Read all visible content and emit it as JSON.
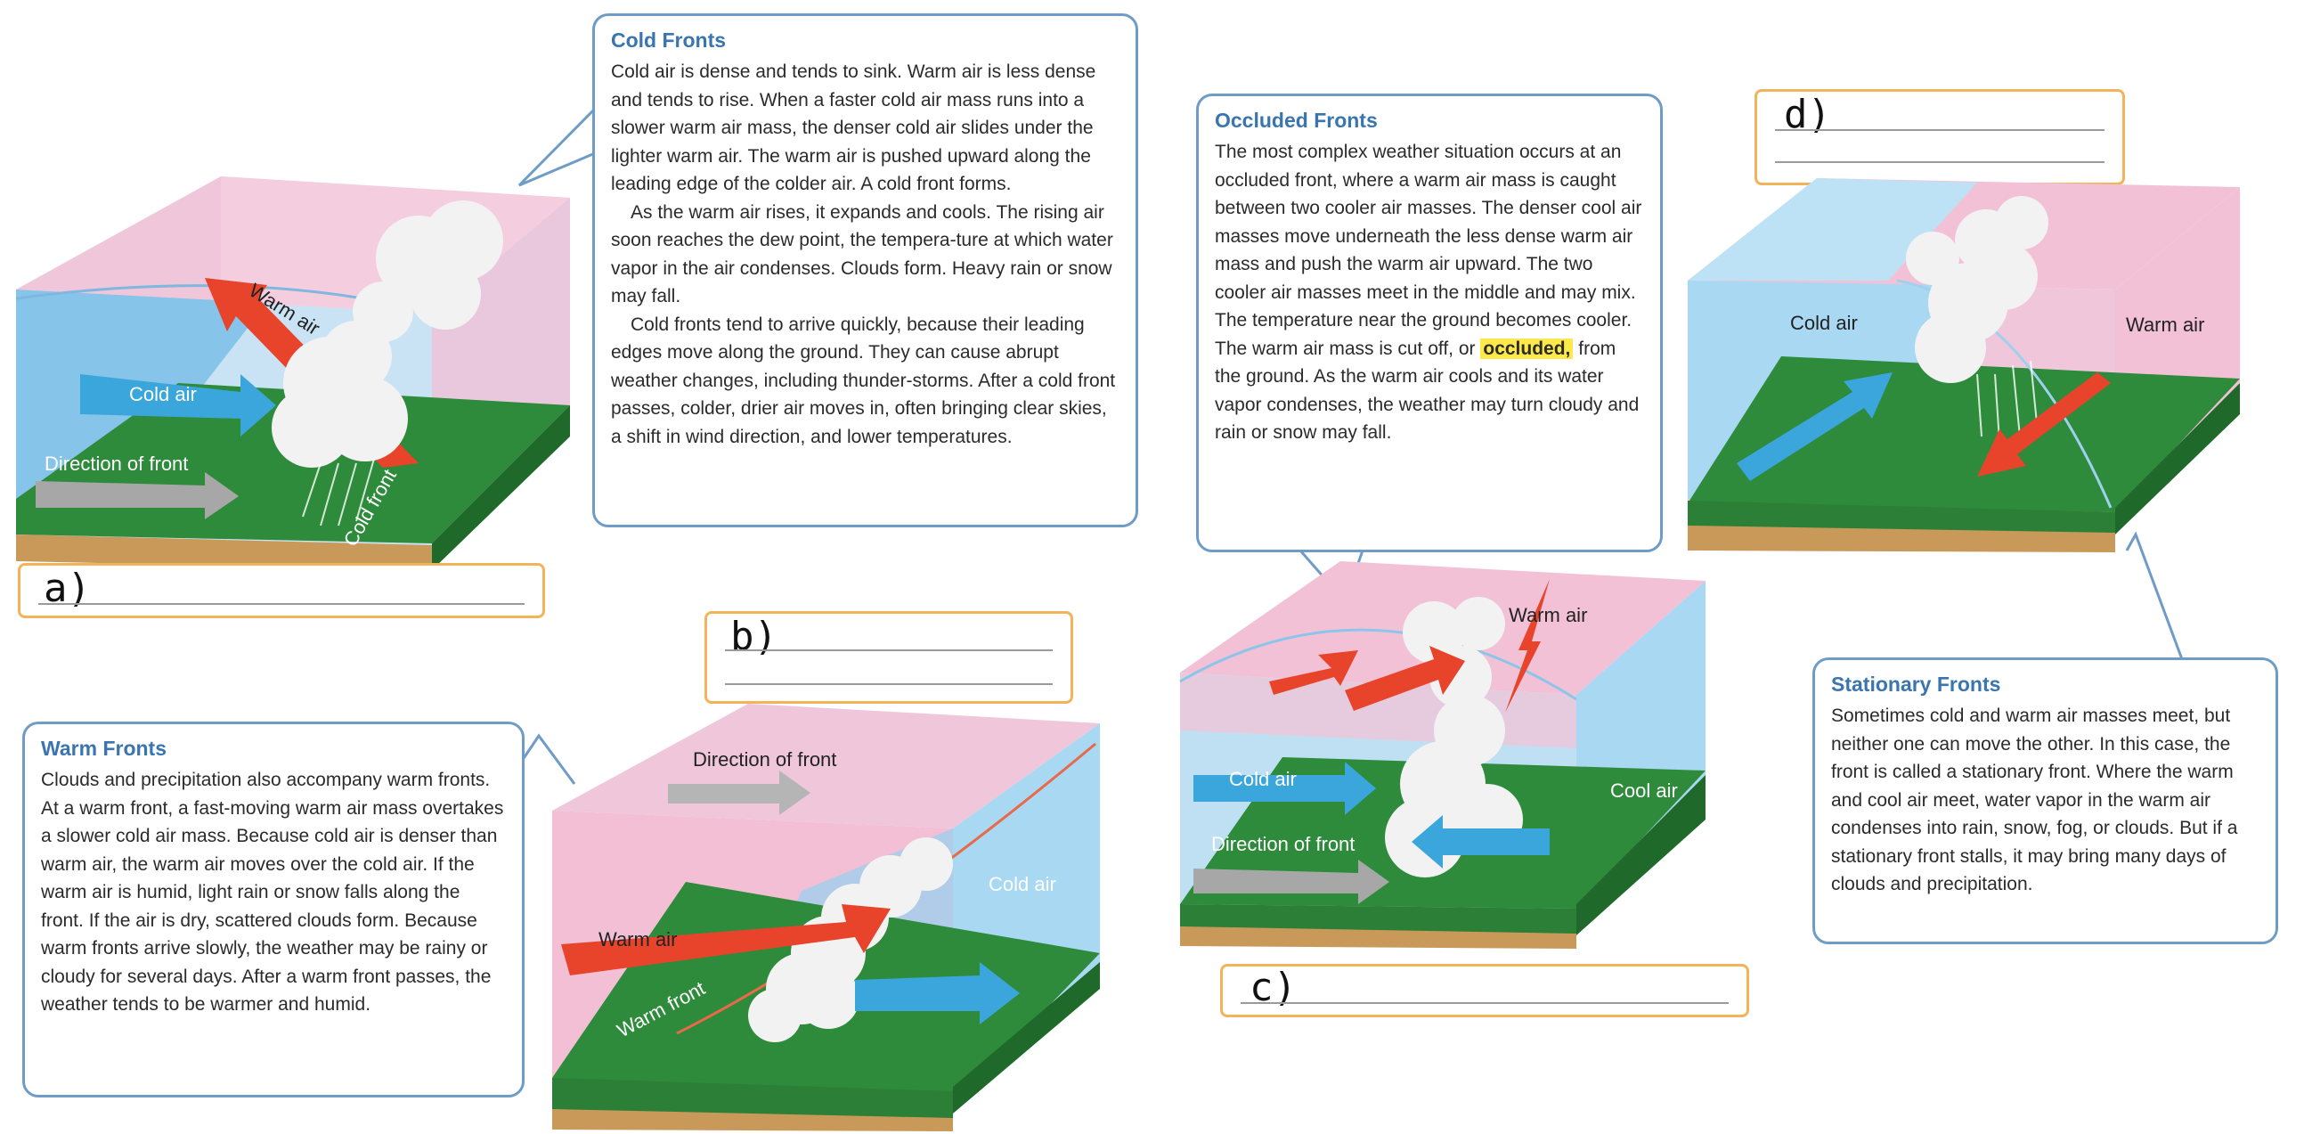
{
  "cold_front": {
    "title": "Cold Fronts",
    "paragraphs": [
      "Cold air is dense and tends to sink. Warm air is less dense and tends to rise. When a faster cold air mass runs into a slower warm air mass, the denser cold air slides under the lighter warm air. The warm air is pushed upward along the leading edge of the colder air. A cold front forms.",
      "As the warm air rises, it expands and cools. The rising air soon reaches the dew point, the tempera-ture at which water vapor in the air condenses. Clouds form. Heavy rain or snow may fall.",
      "Cold fronts tend to arrive quickly, because their leading edges move along the ground. They can cause abrupt weather changes, including thunder-storms. After a cold front passes, colder, drier air moves in, often bringing clear skies, a shift in wind direction, and lower temperatures."
    ],
    "diagram_labels": {
      "warm_air": "Warm air",
      "cold_air": "Cold air",
      "direction": "Direction of front",
      "front": "Cold front"
    }
  },
  "warm_front": {
    "title": "Warm Fronts",
    "text": "Clouds and precipitation also accompany warm fronts. At a warm front, a fast-moving warm air mass overtakes a slower cold air mass. Because cold air is denser than warm air, the warm air moves over the cold air. If the warm air is humid, light rain or snow falls along the front. If the air is dry, scattered clouds form. Because warm fronts arrive slowly, the weather may be rainy or cloudy for several days. After a warm front passes, the weather tends to be warmer and humid.",
    "diagram_labels": {
      "direction": "Direction of front",
      "cold_air": "Cold air",
      "warm_air": "Warm air",
      "front": "Warm front"
    }
  },
  "occluded_front": {
    "title": "Occluded Fronts",
    "text_before": "The most complex weather situation occurs at an occluded front, where a warm air mass is caught between two cooler air masses. The denser cool air masses move underneath the less dense warm air mass and push the warm air upward. The two cooler air masses meet in the middle and may mix. The temperature near the ground becomes cooler. The warm air mass is cut off, or",
    "highlight": "occluded,",
    "text_after": "from the ground. As the warm air cools and its water vapor condenses, the weather may turn cloudy and rain or snow may fall.",
    "diagram_labels": {
      "warm_air": "Warm air",
      "cold_air": "Cold air",
      "cool_air": "Cool air",
      "direction": "Direction of front"
    }
  },
  "stationary_front": {
    "title": "Stationary Fronts",
    "text": "Sometimes cold and warm air masses meet, but neither one can move the other. In this case, the front is called a stationary front. Where the warm and cool air meet, water vapor in the warm air condenses into rain, snow, fog, or clouds. But if a stationary front stalls, it may bring many days of clouds and precipitation.",
    "diagram_labels": {
      "cold_air": "Cold air",
      "warm_air": "Warm air"
    }
  },
  "answers": {
    "a": "a)",
    "b": "b)",
    "c": "c)",
    "d": "d)"
  },
  "colors": {
    "callout_border": "#6f9cc7",
    "callout_title": "#3a75b0",
    "answer_border": "#f3b35a",
    "warm_air_pink": "#f3b8d0",
    "cold_air_blue": "#9fd0ee",
    "ground_green": "#2f8a3a",
    "soil": "#c89a5a",
    "warm_arrow": "#e8442c",
    "cold_arrow": "#3aa6dc",
    "highlight": "#ffe94a"
  }
}
